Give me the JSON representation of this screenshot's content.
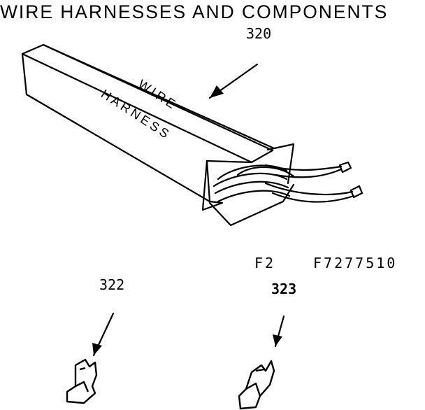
{
  "title": "WIRE HARNESSES AND COMPONENTS",
  "parts": [
    {
      "number": "320",
      "name": "wire harness box"
    },
    {
      "number": "322",
      "name": "terminal"
    },
    {
      "number": "323",
      "name": "terminal"
    }
  ],
  "box_label": {
    "line1": "WIRE",
    "line2": "HARNESS"
  },
  "footer_code": {
    "left": "F2",
    "right": "F7277510"
  }
}
